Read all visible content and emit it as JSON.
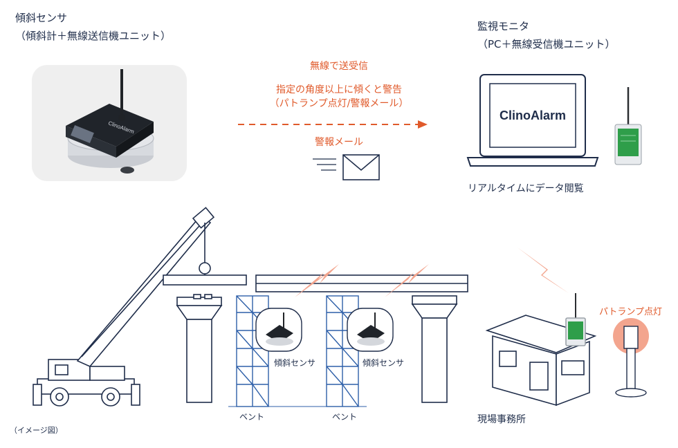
{
  "sensor": {
    "title_line1": "傾斜センサ",
    "title_line2": "（傾斜計＋無線送信機ユニット）",
    "device_brand": "ClinoAlarm"
  },
  "monitor": {
    "title_line1": "監視モニタ",
    "title_line2": "（PC＋無線受信機ユニット）",
    "screen_text": "ClinoAlarm",
    "caption": "リアルタイムにデータ閲覧"
  },
  "transmission": {
    "line1": "無線で送受信",
    "line2": "指定の角度以上に傾くと警告",
    "line3": "（パトランプ点灯/警報メール）",
    "mail_label": "警報メール"
  },
  "site": {
    "sensor_label_1": "傾斜センサ",
    "sensor_label_2": "傾斜センサ",
    "bent_label_1": "ベント",
    "bent_label_2": "ベント",
    "office_label": "現場事務所",
    "patlamp_label": "パトランプ点灯",
    "image_note": "（イメージ図）"
  },
  "colors": {
    "navy": "#1f2d4a",
    "orange": "#e05a2b",
    "beam_blue": "#2d5fa8",
    "receiver_green": "#2f9e4a",
    "lamp_glow": "#f3a58e"
  }
}
